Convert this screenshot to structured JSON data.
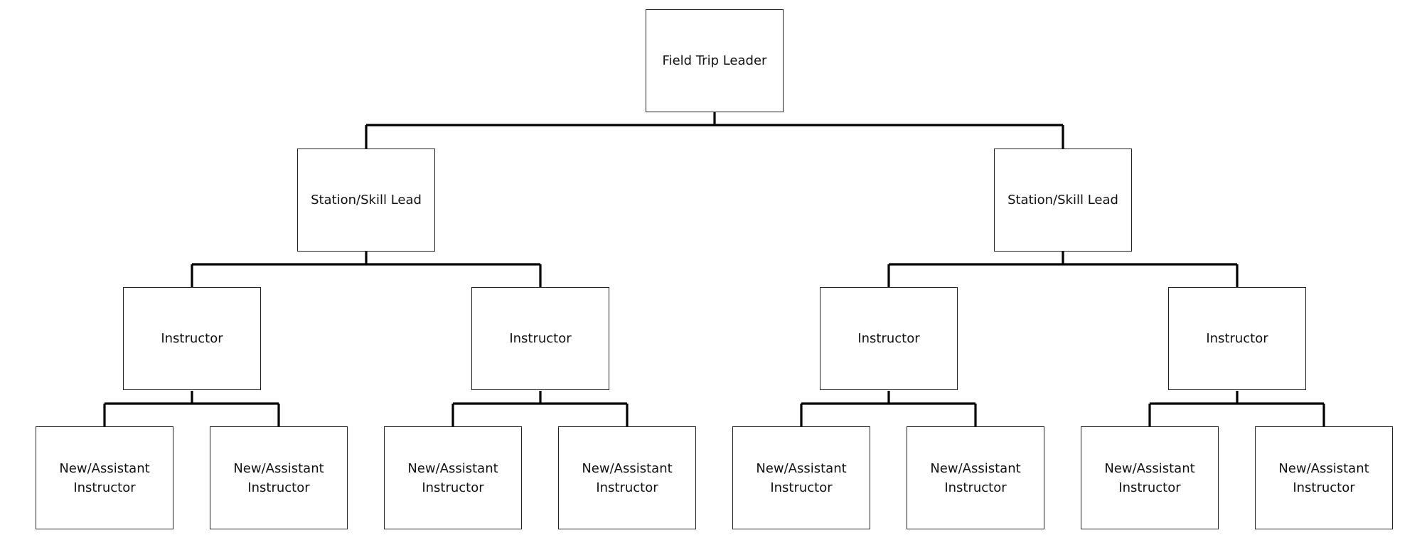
{
  "org": {
    "root": {
      "label": "Field Trip Leader"
    },
    "leads": [
      {
        "label": "Station/Skill Lead"
      },
      {
        "label": "Station/Skill Lead"
      }
    ],
    "instructors": [
      {
        "label": "Instructor"
      },
      {
        "label": "Instructor"
      },
      {
        "label": "Instructor"
      },
      {
        "label": "Instructor"
      }
    ],
    "assistants": [
      {
        "line1": "New/Assistant",
        "line2": "Instructor"
      },
      {
        "line1": "New/Assistant",
        "line2": "Instructor"
      },
      {
        "line1": "New/Assistant",
        "line2": "Instructor"
      },
      {
        "line1": "New/Assistant",
        "line2": "Instructor"
      },
      {
        "line1": "New/Assistant",
        "line2": "Instructor"
      },
      {
        "line1": "New/Assistant",
        "line2": "Instructor"
      },
      {
        "line1": "New/Assistant",
        "line2": "Instructor"
      },
      {
        "line1": "New/Assistant",
        "line2": "Instructor"
      }
    ]
  }
}
